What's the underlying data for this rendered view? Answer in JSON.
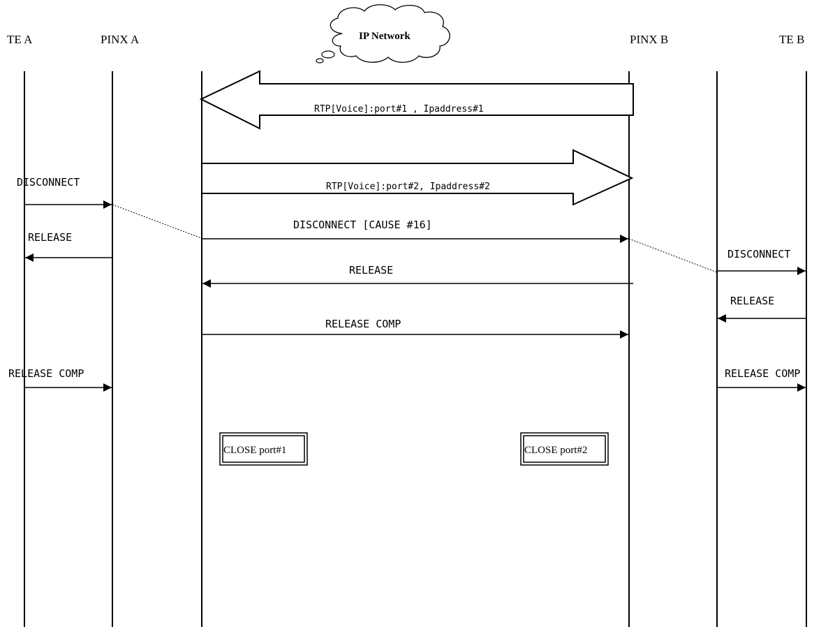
{
  "headers": {
    "te_a": "TE A",
    "pinx_a": "PINX A",
    "ip_network": "IP Network",
    "pinx_b": "PINX B",
    "te_b": "TE B"
  },
  "rtp": {
    "voice1": "RTP[Voice]:port#1 , Ipaddress#1",
    "voice2": "RTP[Voice]:port#2, Ipaddress#2"
  },
  "messages": {
    "a_disconnect": "DISCONNECT",
    "a_release": "RELEASE",
    "a_release_comp": "RELEASE COMP",
    "net_disconnect": "DISCONNECT [CAUSE   #16]",
    "net_release": "RELEASE",
    "net_release_comp": "RELEASE COMP",
    "b_disconnect": "DISCONNECT",
    "b_release": "RELEASE",
    "b_release_comp": "RELEASE COMP"
  },
  "boxes": {
    "close_port1": "CLOSE port#1",
    "close_port2": "CLOSE port#2"
  }
}
